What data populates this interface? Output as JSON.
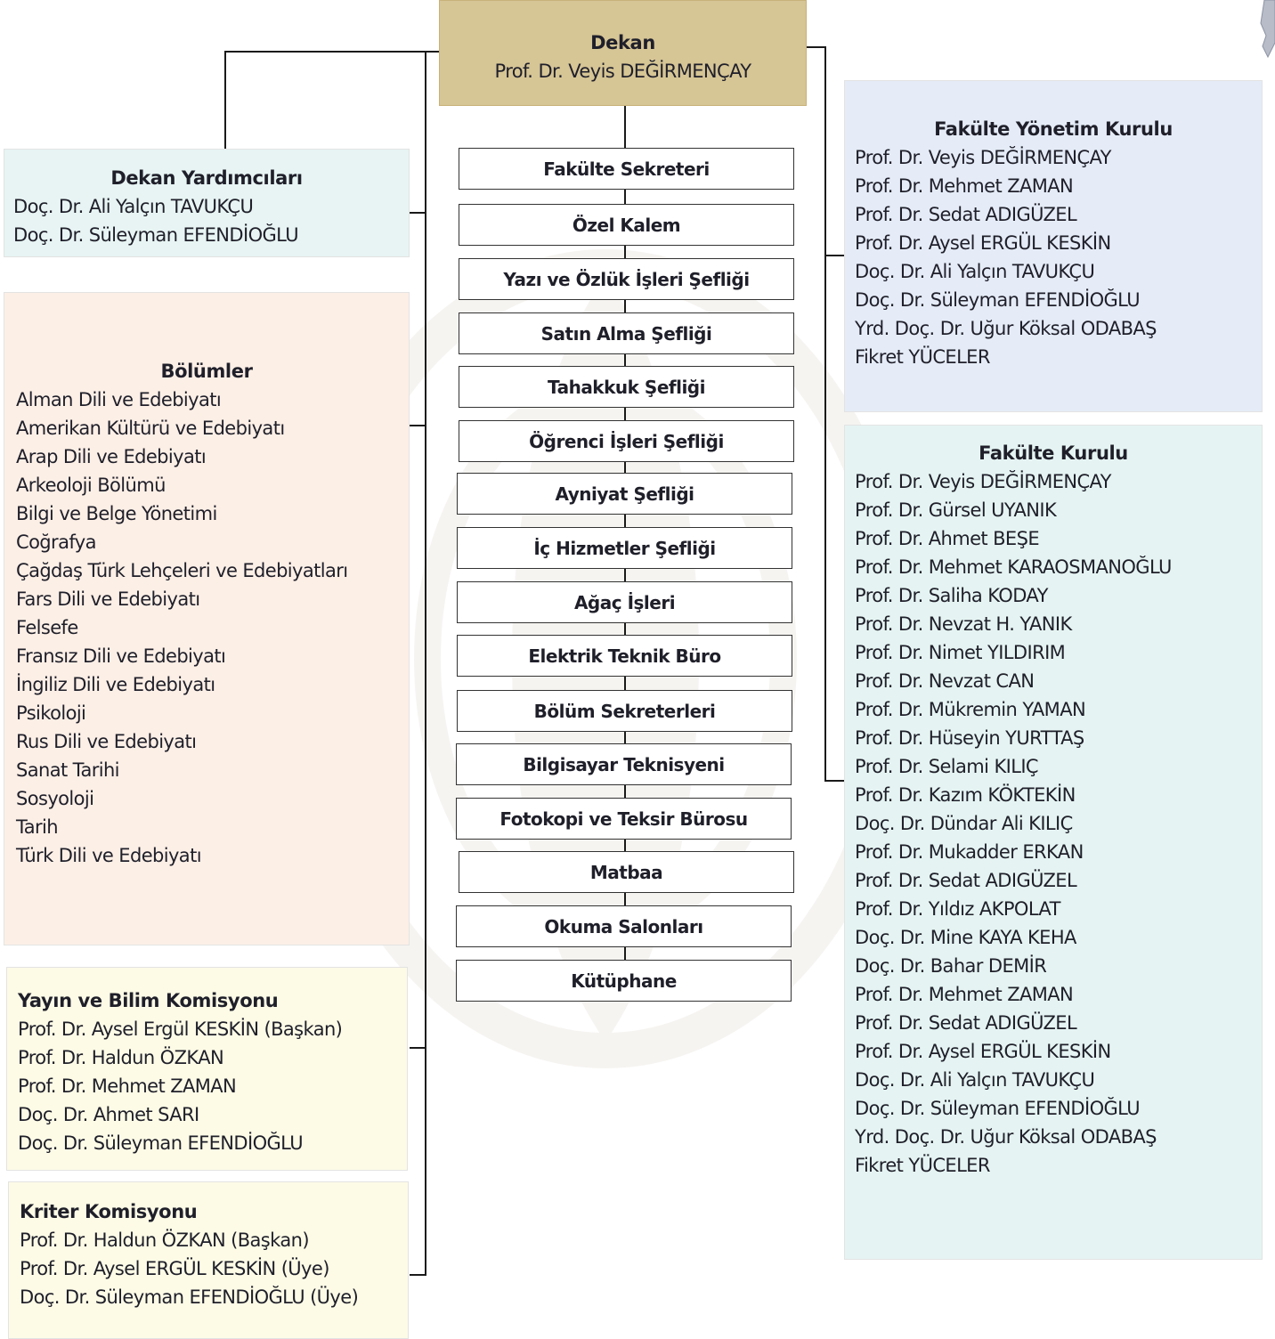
{
  "dekan": {
    "title": "Dekan",
    "name": "Prof. Dr. Veyis DEĞİRMENÇAY"
  },
  "dekan_yardimcilari": {
    "title": "Dekan Yardımcıları",
    "members": [
      "Doç. Dr. Ali Yalçın TAVUKÇU",
      "Doç. Dr. Süleyman EFENDİOĞLU"
    ]
  },
  "bolumler": {
    "title": "Bölümler",
    "items": [
      "Alman Dili ve Edebiyatı",
      "Amerikan Kültürü ve Edebiyatı",
      "Arap Dili ve Edebiyatı",
      "Arkeoloji Bölümü",
      "Bilgi ve Belge Yönetimi",
      "Coğrafya",
      "Çağdaş Türk Lehçeleri ve Edebiyatları",
      "Fars Dili ve Edebiyatı",
      "Felsefe",
      "Fransız Dili ve Edebiyatı",
      "İngiliz Dili ve Edebiyatı",
      "Psikoloji",
      "Rus Dili ve Edebiyatı",
      "Sanat Tarihi",
      "Sosyoloji",
      "Tarih",
      "Türk Dili ve Edebiyatı"
    ]
  },
  "yayin_bilim": {
    "title": "Yayın ve Bilim Komisyonu",
    "members": [
      "Prof. Dr. Aysel Ergül KESKİN (Başkan)",
      "Prof. Dr. Haldun ÖZKAN",
      "Prof. Dr. Mehmet ZAMAN",
      "Doç. Dr. Ahmet SARI",
      "Doç. Dr. Süleyman EFENDİOĞLU"
    ]
  },
  "kriter": {
    "title": "Kriter Komisyonu",
    "members": [
      "Prof. Dr. Haldun ÖZKAN (Başkan)",
      "Prof. Dr. Aysel ERGÜL KESKİN (Üye)",
      "Doç. Dr. Süleyman EFENDİOĞLU (Üye)"
    ]
  },
  "units": [
    "Fakülte Sekreteri",
    "Özel Kalem",
    "Yazı ve Özlük İşleri Şefliği",
    "Satın Alma Şefliği",
    "Tahakkuk Şefliği",
    "Öğrenci İşleri Şefliği",
    "Ayniyat Şefliği",
    "İç Hizmetler Şefliği",
    "Ağaç İşleri",
    "Elektrik Teknik Büro",
    "Bölüm Sekreterleri",
    "Bilgisayar Teknisyeni",
    "Fotokopi ve Teksir Bürosu",
    "Matbaa",
    "Okuma Salonları",
    "Kütüphane"
  ],
  "yonetim_kurulu": {
    "title": "Fakülte Yönetim Kurulu",
    "members": [
      "Prof. Dr. Veyis DEĞİRMENÇAY",
      "Prof. Dr. Mehmet ZAMAN",
      "Prof. Dr. Sedat ADIGÜZEL",
      "Prof. Dr. Aysel ERGÜL KESKİN",
      "Doç. Dr. Ali Yalçın TAVUKÇU",
      "Doç. Dr. Süleyman EFENDİOĞLU",
      "Yrd. Doç. Dr. Uğur Köksal ODABAŞ",
      "Fikret YÜCELER"
    ]
  },
  "fakulte_kurulu": {
    "title": "Fakülte Kurulu",
    "members": [
      "Prof. Dr. Veyis DEĞİRMENÇAY",
      "Prof. Dr. Gürsel UYANIK",
      "Prof. Dr. Ahmet BEŞE",
      "Prof. Dr. Mehmet KARAOSMANOĞLU",
      "Prof. Dr. Saliha KODAY",
      "Prof. Dr. Nevzat H. YANIK",
      "Prof. Dr. Nimet YILDIRIM",
      "Prof. Dr. Nevzat CAN",
      "Prof. Dr. Mükremin YAMAN",
      "Prof. Dr. Hüseyin YURTTAŞ",
      "Prof. Dr. Selami KILIÇ",
      "Prof. Dr. Kazım KÖKTEKİN",
      "Doç. Dr. Dündar Ali KILIÇ",
      "Prof. Dr. Mukadder ERKAN",
      "Prof. Dr. Sedat ADIGÜZEL",
      "Prof. Dr. Yıldız AKPOLAT",
      "Doç. Dr. Mine KAYA KEHA",
      "Doç. Dr. Bahar DEMİR",
      "Prof. Dr. Mehmet ZAMAN",
      "Prof. Dr. Sedat ADIGÜZEL",
      "Prof. Dr. Aysel ERGÜL KESKİN",
      "Doç. Dr. Ali Yalçın TAVUKÇU",
      "Doç. Dr. Süleyman EFENDİOĞLU",
      "Yrd. Doç. Dr. Uğur Köksal ODABAŞ",
      "Fikret YÜCELER"
    ]
  },
  "colors": {
    "dekan_bg": "#d6c595",
    "yardimci_bg": "#e7f4f3",
    "bolumler_bg": "#fcefe6",
    "komisyon_bg": "#fdfbe6",
    "yonetim_bg": "#e5ecf7",
    "kurul_bg": "#e5f4f2",
    "line": "#1a1a1a"
  }
}
